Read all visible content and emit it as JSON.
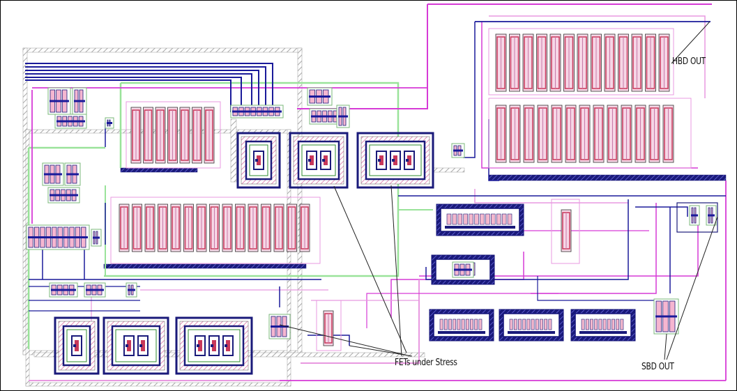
{
  "labels": {
    "hbd_out": "HBD OUT",
    "fets_under_stress": "FETs under Stress",
    "sbd_out": "SBD OUT"
  },
  "colors": {
    "metal_magenta": "#d63ad6",
    "metal_pink": "#e899e0",
    "metal_blue": "#1a1a9a",
    "metal_navy": "#14147a",
    "metal_green": "#9ae39a",
    "hatch_gray": "#a8a8a8",
    "resistor_red": "#c8385a",
    "leader_line": "#222222"
  },
  "components": {
    "hbd_resistor_rows": 2,
    "hbd_resistors_per_row": 13,
    "mid_resistor_count": 15,
    "upper_resistor_count": 7,
    "fet_groups_top": [
      1,
      2,
      3
    ],
    "fet_groups_bottom": [
      1,
      2,
      3
    ]
  }
}
